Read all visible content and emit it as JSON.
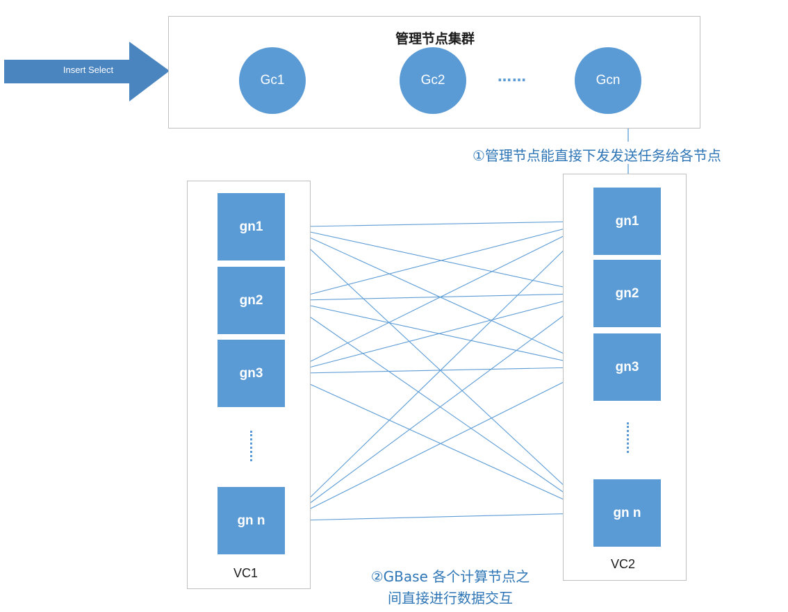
{
  "input_arrow": {
    "label": "Insert Select"
  },
  "management_cluster": {
    "title": "管理节点集群",
    "nodes": [
      "Gc1",
      "Gc2",
      "Gcn"
    ],
    "ellipsis": "……"
  },
  "vc1": {
    "label": "VC1",
    "nodes": [
      "gn1",
      "gn2",
      "gn3",
      "gn n"
    ]
  },
  "vc2": {
    "label": "VC2",
    "nodes": [
      "gn1",
      "gn2",
      "gn3",
      "gn n"
    ]
  },
  "notes": {
    "step1": "①管理节点能直接下发发送任务给各节点",
    "step2_line1": "②GBase 各个计算节点之",
    "step2_line2": "间直接进行数据交互"
  },
  "colors": {
    "node_fill": "#5b9bd5",
    "arrow_fill": "#4a85c0",
    "line": "#5b9bd5",
    "note_text": "#2e75b6",
    "panel_border": "#bfbfbf"
  }
}
